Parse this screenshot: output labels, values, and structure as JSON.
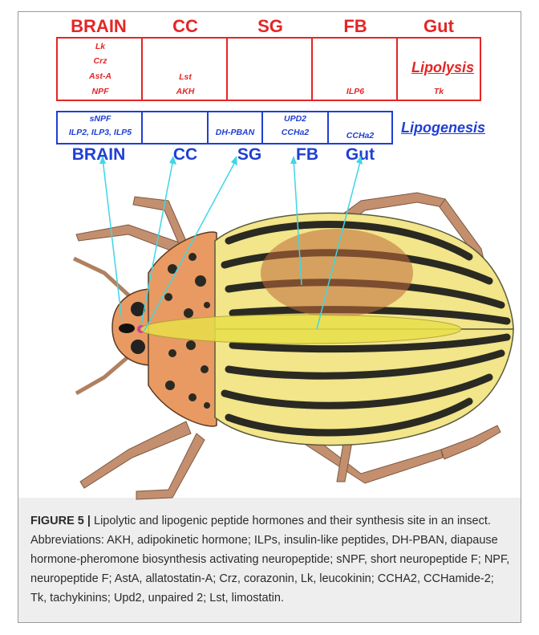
{
  "lipolysis": {
    "label": "Lipolysis",
    "headers": [
      "BRAIN",
      "CC",
      "SG",
      "FB",
      "Gut"
    ],
    "cells": {
      "brain": [
        "Lk",
        "Crz",
        "Ast-A",
        "NPF"
      ],
      "cc": [
        "Lst",
        "AKH"
      ],
      "sg": [],
      "fb": [
        "ILP6"
      ],
      "gut": [
        "Tk"
      ]
    }
  },
  "lipogenesis": {
    "label": "Lipogenesis",
    "headers": [
      "BRAIN",
      "CC",
      "SG",
      "FB",
      "Gut"
    ],
    "cells": {
      "brain": [
        "sNPF",
        "ILP2, ILP3, ILP5"
      ],
      "cc": [],
      "sg": [
        "DH-PBAN"
      ],
      "fb": [
        "UPD2",
        "CCHa2"
      ],
      "gut": [
        "CCHa2"
      ]
    }
  },
  "caption": {
    "label": "FIGURE 5 |",
    "text": "Lipolytic and lipogenic peptide hormones and their synthesis site in an insect. Abbreviations: AKH, adipokinetic hormone; ILPs, insulin-like peptides, DH-PBAN, diapause hormone-pheromone biosynthesis activating neuropeptide; sNPF, short neuropeptide F; NPF, neuropeptide F; AstA, allatostatin-A; Crz, corazonin, Lk, leucokinin; CCHA2, CCHamide-2; Tk, tachykinins; Upd2, unpaired 2; Lst, limostatin."
  },
  "colors": {
    "lipolysis": "#e32626",
    "lipogenesis": "#1f3fd3",
    "pointer": "#3fd6e6",
    "elytra": "#f2e58a",
    "stripe": "#2a2a22",
    "pronotum": "#e89a62",
    "leg": "#c48f6e"
  }
}
